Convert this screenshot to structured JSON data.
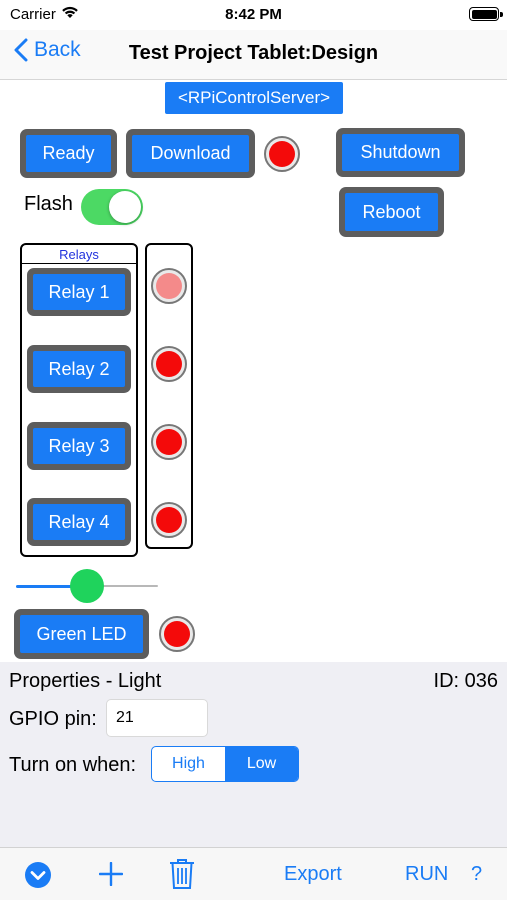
{
  "status_bar": {
    "carrier": "Carrier",
    "time": "8:42 PM"
  },
  "nav": {
    "back_label": "Back",
    "title": "Test Project Tablet:Design"
  },
  "canvas": {
    "server_label": "<RPiControlServer>",
    "ready_label": "Ready",
    "download_label": "Download",
    "shutdown_label": "Shutdown",
    "reboot_label": "Reboot",
    "flash_label": "Flash",
    "flash_on": true,
    "relays_title": "Relays",
    "relays": [
      {
        "label": "Relay 1",
        "led": "dim-red"
      },
      {
        "label": "Relay 2",
        "led": "red"
      },
      {
        "label": "Relay 3",
        "led": "red"
      },
      {
        "label": "Relay 4",
        "led": "red"
      }
    ],
    "slider_level": 0.5,
    "green_led_label": "Green LED"
  },
  "properties": {
    "title": "Properties - Light",
    "id": "ID: 036",
    "gpio_label": "GPIO pin:",
    "gpio_value": "21",
    "turn_on_label": "Turn on when:",
    "options": [
      "High",
      "Low"
    ],
    "selected": "Low"
  },
  "toolbar": {
    "export_label": "Export",
    "run_label": "RUN",
    "help_label": "?"
  },
  "colors": {
    "accent": "#1a7cf5",
    "led_red": "#f40a0a",
    "toggle_green": "#4cd964",
    "slider_knob": "#1fd35c"
  }
}
